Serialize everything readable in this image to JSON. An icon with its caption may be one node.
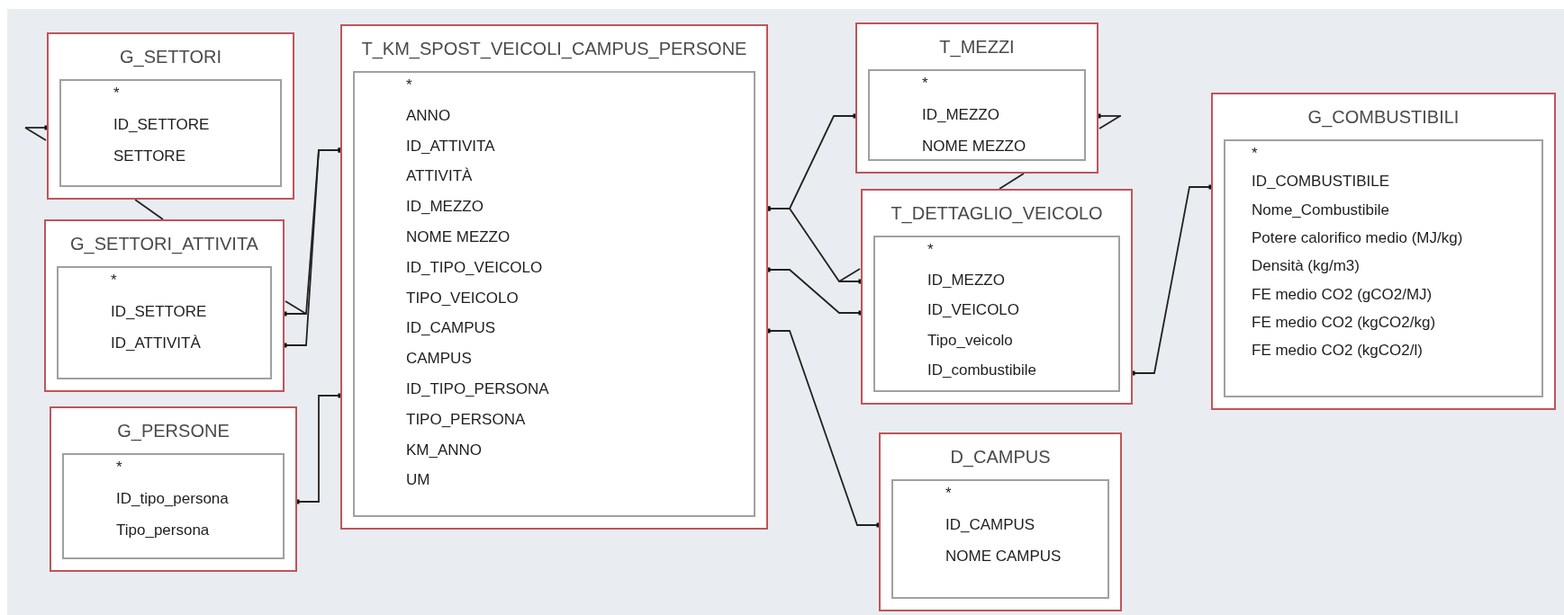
{
  "diagram": {
    "nodes": [
      {
        "text": [
          "G_SETTORI",
          "*",
          "ID_SETTORE",
          "SETTORE"
        ]
      },
      {
        "text": [
          "G_SETTORI_ATTIVITA",
          "*",
          "ID_SETTORE",
          "ID_ATTIVITÀ"
        ]
      },
      {
        "text": [
          "G_PERSONE",
          "*",
          "ID_tipo_persona",
          "Tipo_persona"
        ]
      },
      {
        "text": [
          "T_KM_SPOST_VEICOLI_CAMPUS_PERSONE",
          "*",
          "ANNO",
          "ID_ATTIVITA",
          "ATTIVITÀ",
          "ID_MEZZO",
          "NOME MEZZO",
          "ID_TIPO_VEICOLO",
          "TIPO_VEICOLO",
          "ID_CAMPUS",
          "CAMPUS",
          "ID_TIPO_PERSONA",
          "TIPO_PERSONA",
          "KM_ANNO",
          "UM"
        ]
      },
      {
        "text": [
          "T_MEZZI",
          "*",
          "ID_MEZZO",
          "NOME MEZZO"
        ]
      },
      {
        "text": [
          "T_DETTAGLIO_VEICOLO",
          "*",
          "ID_MEZZO",
          "ID_VEICOLO",
          "Tipo_veicolo",
          "ID_combustibile"
        ]
      },
      {
        "text": [
          "D_CAMPUS",
          "*",
          "ID_CAMPUS",
          "NOME CAMPUS"
        ]
      },
      {
        "text": [
          "G_COMBUSTIBILI",
          "*",
          "ID_COMBUSTIBILE",
          "Nome_Combustibile",
          "Potere calorifico medio (MJ/kg)",
          "Densità (kg/m3)",
          "FE medio CO2 (gCO2/MJ)",
          "FE medio CO2 (kgCO2/kg)",
          "FE medio CO2 (kgCO2/l)"
        ]
      }
    ],
    "edges": [
      {
        "from": null,
        "to": 0,
        "arrow": "other"
      },
      {
        "from": 0,
        "to": 1,
        "arrow": "none"
      },
      {
        "from": 1,
        "to": 3,
        "arrow": "other"
      },
      {
        "from": 1,
        "to": 3,
        "arrow": "other"
      },
      {
        "from": 2,
        "to": 3,
        "arrow": "other"
      },
      {
        "from": 3,
        "to": 4,
        "arrow": "other"
      },
      {
        "from": 3,
        "to": 5,
        "arrow": "other"
      },
      {
        "from": 3,
        "to": 5,
        "arrow": "other"
      },
      {
        "from": 3,
        "to": 6,
        "arrow": "other"
      },
      {
        "from": 4,
        "to": null,
        "arrow": "other"
      },
      {
        "from": 4,
        "to": 5,
        "arrow": "none"
      },
      {
        "from": 5,
        "to": 7,
        "arrow": "other"
      }
    ]
  }
}
